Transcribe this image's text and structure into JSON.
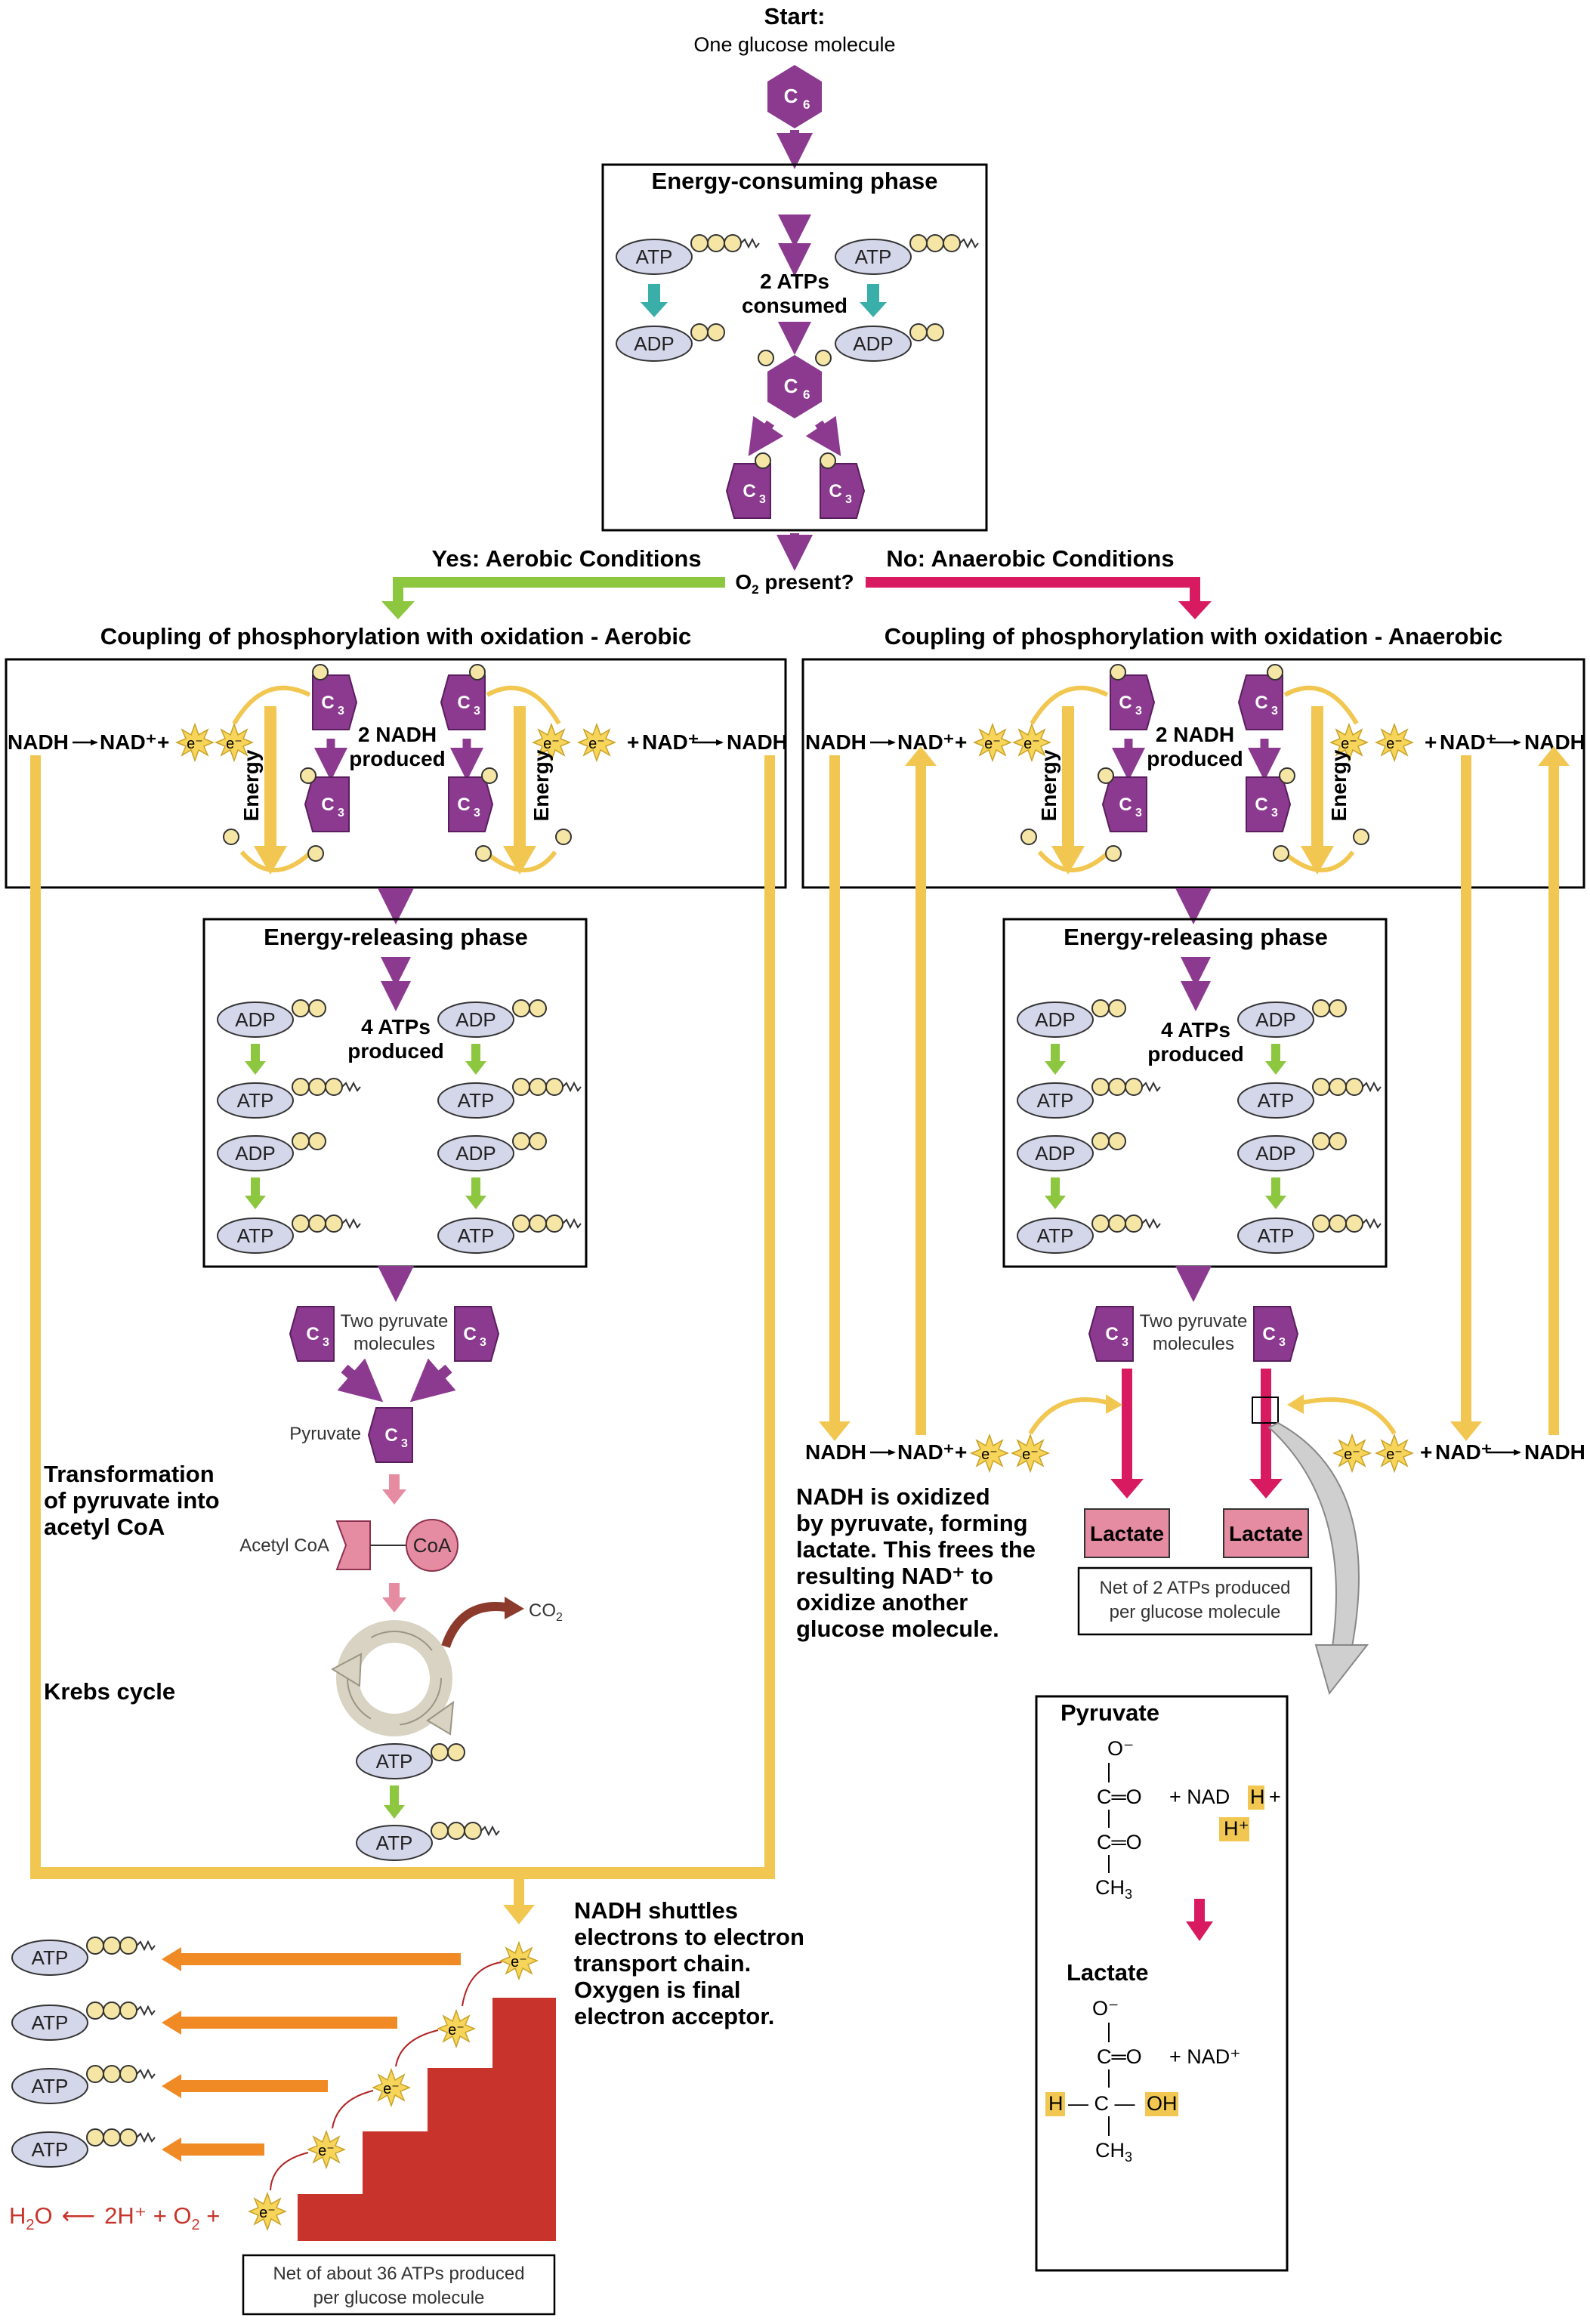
{
  "start": {
    "title": "Start:",
    "subtitle": "One glucose molecule"
  },
  "molecules": {
    "c6": "C",
    "c6_sub": "6",
    "c3": "C",
    "c3_sub": "3",
    "atp": "ATP",
    "adp": "ADP",
    "coa": "CoA",
    "electron": "e⁻"
  },
  "energy_consuming": {
    "title": "Energy-consuming phase",
    "note_line1": "2 ATPs",
    "note_line2": "consumed"
  },
  "decision": {
    "question_prefix": "O",
    "question_sub": "2",
    "question_suffix": " present?",
    "yes_label": "Yes: Aerobic Conditions",
    "no_label": "No: Anaerobic Conditions"
  },
  "coupling": {
    "aerobic_title": "Coupling of phosphorylation with oxidation - Aerobic",
    "anaerobic_title": "Coupling of phosphorylation with oxidation - Anaerobic",
    "nadh_line1": "2 NADH",
    "nadh_line2": "produced",
    "energy_label": "Energy",
    "nadh": "NADH",
    "nad_plus": "NAD⁺",
    "plus": "+"
  },
  "energy_releasing": {
    "title": "Energy-releasing phase",
    "note_line1": "4 ATPs",
    "note_line2": "produced"
  },
  "pyruvate_block": {
    "two_pyruvate_line1": "Two pyruvate",
    "two_pyruvate_line2": "molecules",
    "pyruvate": "Pyruvate",
    "acetyl_coa": "Acetyl CoA",
    "co2": "CO",
    "co2_sub": "2"
  },
  "side_labels": {
    "transformation_line1": "Transformation",
    "transformation_line2": "of pyruvate into",
    "transformation_line3": "acetyl CoA",
    "krebs": "Krebs cycle"
  },
  "etc": {
    "note_lines": [
      "NADH shuttles",
      "electrons to electron",
      "transport chain.",
      "Oxygen is final",
      "electron acceptor."
    ],
    "equation": {
      "h2o": "H",
      "h2o_sub": "2",
      "h2o_end": "O",
      "arrow": "⟵",
      "two_h": "2H⁺ + O",
      "o2_sub": "2",
      "plus": " +"
    },
    "net_line1": "Net of about 36 ATPs produced",
    "net_line2": "per glucose molecule"
  },
  "anaerobic_notes": {
    "oxidized_lines": [
      "NADH is oxidized",
      "by pyruvate, forming",
      "lactate. This frees the",
      "resulting NAD⁺ to",
      "oxidize another",
      "glucose molecule."
    ],
    "lactate": "Lactate",
    "net_line1": "Net of 2 ATPs produced",
    "net_line2": "per glucose molecule"
  },
  "reaction_box": {
    "pyruvate_title": "Pyruvate",
    "lactate_title": "Lactate",
    "o_minus": "O⁻",
    "c_eq_o": "C═O",
    "ch3": "CH",
    "ch3_sub": "3",
    "nad_h_prefix": "+   NAD",
    "h_highlight": "H",
    "plus_h": "+",
    "h_plus_highlight": "H⁺",
    "nad_plus_product": "+   NAD⁺",
    "h_left": "H",
    "c_center": "— C —",
    "oh": "OH"
  },
  "colors": {
    "purple": "#8B3A8F",
    "yellow": "#F2C751",
    "green": "#8DC63F",
    "magenta": "#D81B60",
    "teal": "#3AAFA9",
    "orange": "#F08A24",
    "red": "#C8342B",
    "lavender": "#D4D6EA",
    "pink": "#E58CA2",
    "brown": "#8B3A2B"
  }
}
